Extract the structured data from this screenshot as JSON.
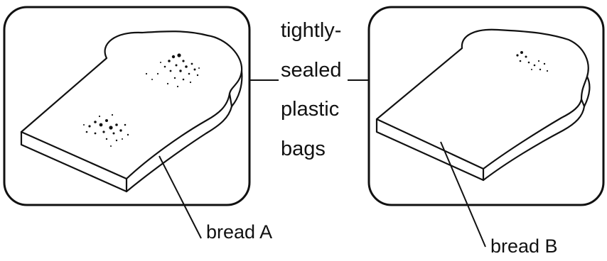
{
  "bags_label": {
    "lines": [
      "tightly-",
      "sealed",
      "plastic",
      "bags"
    ]
  },
  "bread_a_label": "bread A",
  "bread_b_label": "bread B",
  "mold_spots": {
    "bread_a": [
      "spot-upper",
      "spot-lower"
    ],
    "bread_b": [
      "spot-upper"
    ]
  },
  "colors": {
    "ink": "#111111",
    "background": "#ffffff"
  }
}
